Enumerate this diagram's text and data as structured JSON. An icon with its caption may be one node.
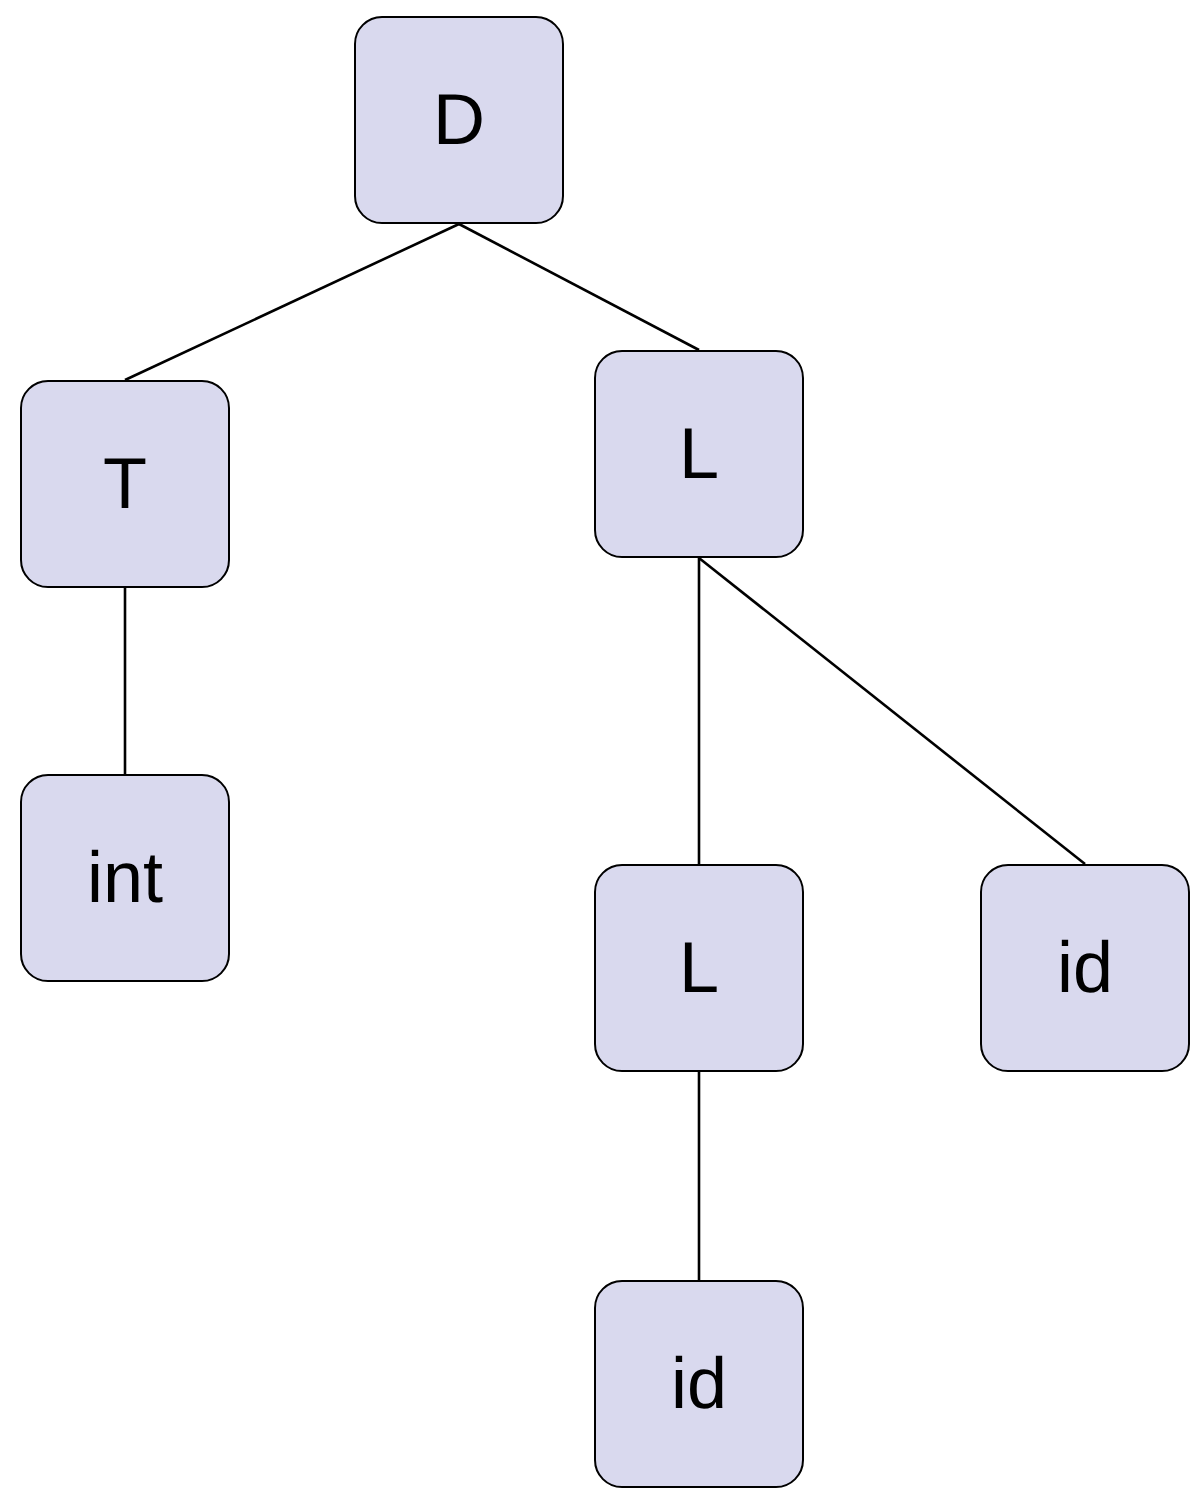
{
  "diagram": {
    "nodes": [
      {
        "text": [
          "D"
        ]
      },
      {
        "text": [
          "T"
        ]
      },
      {
        "text": [
          "L"
        ]
      },
      {
        "text": [
          "int"
        ]
      },
      {
        "text": [
          "L"
        ]
      },
      {
        "text": [
          "id"
        ]
      },
      {
        "text": [
          "id"
        ]
      }
    ],
    "edges": [
      {
        "from": 0,
        "to": 1,
        "arrow": "none"
      },
      {
        "from": 0,
        "to": 2,
        "arrow": "none"
      },
      {
        "from": 1,
        "to": 3,
        "arrow": "none"
      },
      {
        "from": 2,
        "to": 4,
        "arrow": "none"
      },
      {
        "from": 2,
        "to": 5,
        "arrow": "none"
      },
      {
        "from": 4,
        "to": 6,
        "arrow": "none"
      }
    ]
  }
}
